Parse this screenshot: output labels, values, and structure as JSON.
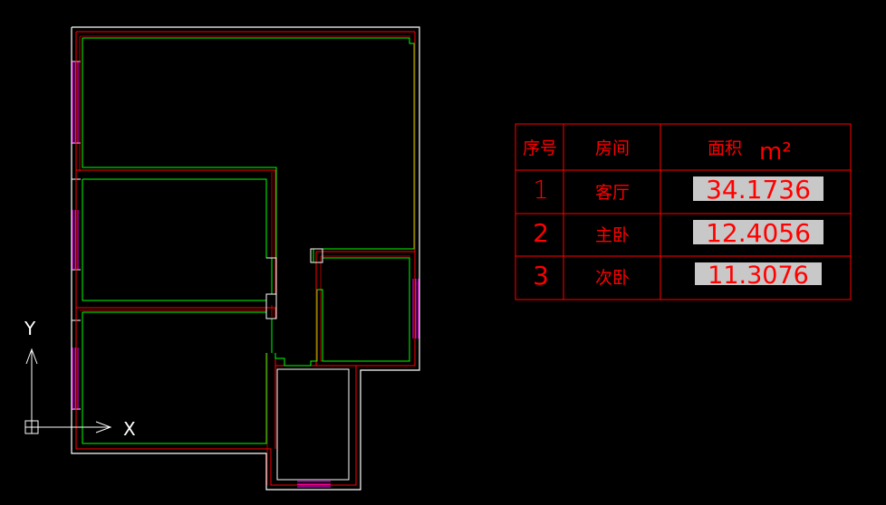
{
  "colors": {
    "background": "#000000",
    "wall_outer": "#ffffff",
    "wall_red": "#ff0000",
    "wall_green": "#00ff00",
    "window": "#ff00ff",
    "table_line": "#ff0000",
    "table_text": "#ff0000",
    "value_highlight": "#c8c8c8",
    "ucs": "#ffffff"
  },
  "ucs_icon": {
    "y_label": "Y",
    "x_label": "X"
  },
  "area_table": {
    "headers": {
      "index": "序号",
      "room": "房间",
      "area": "面积",
      "unit": "m²"
    },
    "rows": [
      {
        "index": "1",
        "room": "客厅",
        "area": "34.1736"
      },
      {
        "index": "2",
        "room": "主卧",
        "area": "12.4056"
      },
      {
        "index": "3",
        "room": "次卧",
        "area": "11.3076"
      }
    ]
  }
}
